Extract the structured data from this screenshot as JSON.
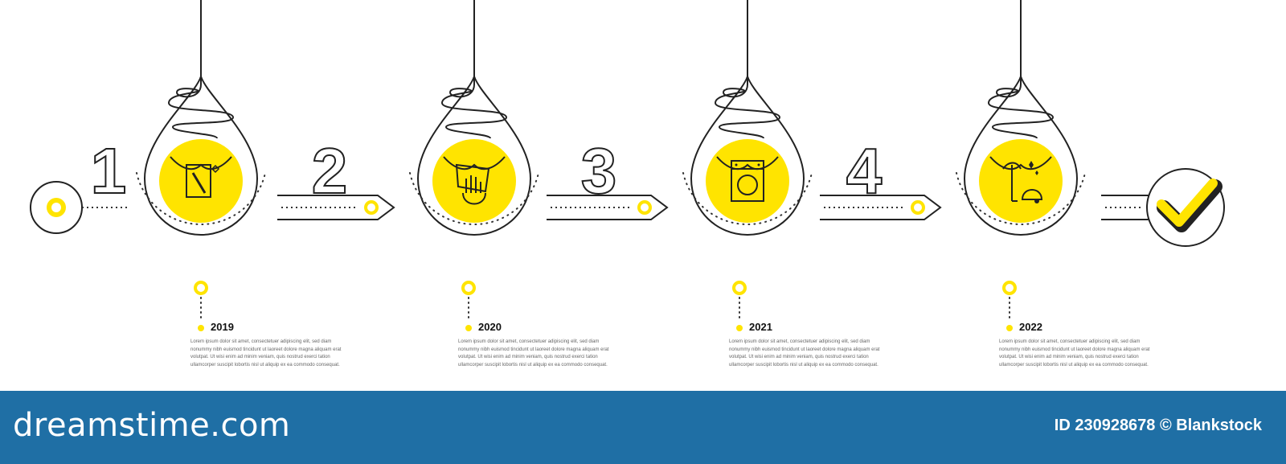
{
  "colors": {
    "accent": "#ffe400",
    "line": "#222222",
    "dots": "#333333",
    "footer": "#1f6fa5"
  },
  "steps": [
    {
      "number": "1",
      "year": "2019",
      "icon": "window-cleaning-icon",
      "text": "Lorem ipsum dolor sit amet, consectetuer adipiscing elit, sed diam nonummy nibh euismod tincidunt ut laoreet dolore magna aliquam erat volutpat. Ut wisi enim ad minim veniam, quis nostrud exerci tation ullamcorper suscipit lobortis nisl ut aliquip ex ea commodo consequat."
    },
    {
      "number": "2",
      "year": "2020",
      "icon": "wipe-cloth-hand-icon",
      "text": "Lorem ipsum dolor sit amet, consectetuer adipiscing elit, sed diam nonummy nibh euismod tincidunt ut laoreet dolore magna aliquam erat volutpat. Ut wisi enim ad minim veniam, quis nostrud exerci tation ullamcorper suscipit lobortis nisl ut aliquip ex ea commodo consequat."
    },
    {
      "number": "3",
      "year": "2021",
      "icon": "washing-machine-icon",
      "text": "Lorem ipsum dolor sit amet, consectetuer adipiscing elit, sed diam nonummy nibh euismod tincidunt ut laoreet dolore magna aliquam erat volutpat. Ut wisi enim ad minim veniam, quis nostrud exerci tation ullamcorper suscipit lobortis nisl ut aliquip ex ea commodo consequat."
    },
    {
      "number": "4",
      "year": "2022",
      "icon": "vacuum-cleaner-icon",
      "text": "Lorem ipsum dolor sit amet, consectetuer adipiscing elit, sed diam nonummy nibh euismod tincidunt ut laoreet dolore magna aliquam erat volutpat. Ut wisi enim ad minim veniam, quis nostrud exerci tation ullamcorper suscipit lobortis nisl ut aliquip ex ea commodo consequat."
    }
  ],
  "final_icon": "checkmark-icon",
  "footer": {
    "brand": "dreamstime.com",
    "id_text": "ID 230928678 © Blankstock"
  }
}
